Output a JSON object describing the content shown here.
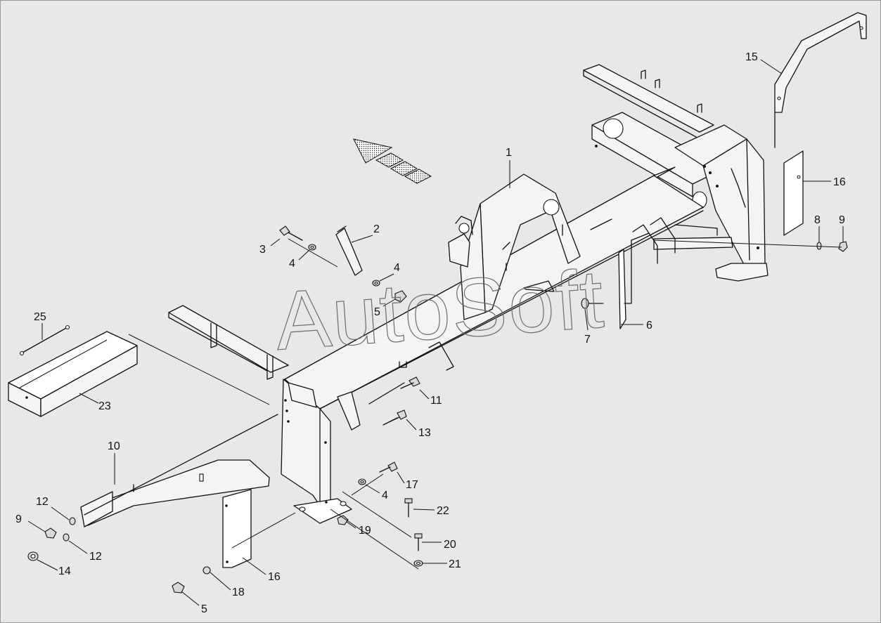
{
  "watermark": "AutoSoft",
  "callouts": [
    {
      "id": "c1",
      "text": "1"
    },
    {
      "id": "c2",
      "text": "2"
    },
    {
      "id": "c3",
      "text": "3"
    },
    {
      "id": "c4a",
      "text": "4"
    },
    {
      "id": "c4b",
      "text": "4"
    },
    {
      "id": "c5a",
      "text": "5"
    },
    {
      "id": "c6",
      "text": "6"
    },
    {
      "id": "c7",
      "text": "7"
    },
    {
      "id": "c8",
      "text": "8"
    },
    {
      "id": "c9a",
      "text": "9"
    },
    {
      "id": "c15",
      "text": "15"
    },
    {
      "id": "c16a",
      "text": "16"
    },
    {
      "id": "c25",
      "text": "25"
    },
    {
      "id": "c23",
      "text": "23"
    },
    {
      "id": "c11",
      "text": "11"
    },
    {
      "id": "c13",
      "text": "13"
    },
    {
      "id": "c10",
      "text": "10"
    },
    {
      "id": "c17",
      "text": "17"
    },
    {
      "id": "c4c",
      "text": "4"
    },
    {
      "id": "c22",
      "text": "22"
    },
    {
      "id": "c19",
      "text": "19"
    },
    {
      "id": "c20",
      "text": "20"
    },
    {
      "id": "c21",
      "text": "21"
    },
    {
      "id": "c12a",
      "text": "12"
    },
    {
      "id": "c9b",
      "text": "9"
    },
    {
      "id": "c12b",
      "text": "12"
    },
    {
      "id": "c14",
      "text": "14"
    },
    {
      "id": "c16b",
      "text": "16"
    },
    {
      "id": "c18",
      "text": "18"
    },
    {
      "id": "c5b",
      "text": "5"
    }
  ]
}
